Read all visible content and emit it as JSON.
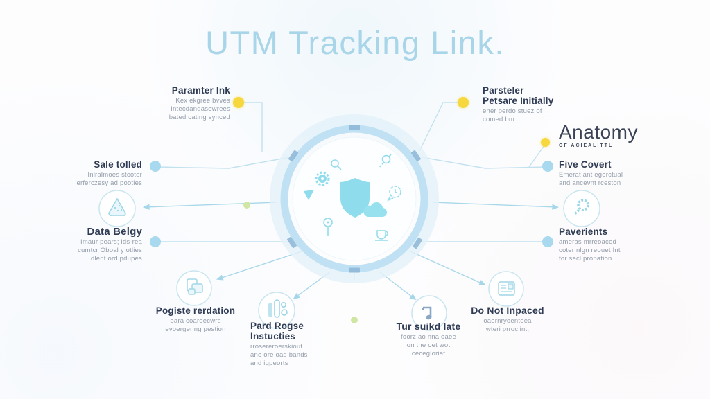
{
  "title": "UTM Tracking Link.",
  "colors": {
    "title_blue": "#a9d5e9",
    "heading_navy": "#2f3b54",
    "body_gray": "#949daa",
    "line_blue": "#c2e1ef",
    "icon_blue": "#8edcec",
    "dot_yellow": "#f6d83e",
    "dot_blue": "#a9d9ee",
    "dot_green": "#cfe7a2"
  },
  "callouts": {
    "parameter_ink": {
      "title": "Paramter Ink",
      "body": [
        "Kex ekgree bvves",
        "Intecdandasowrees",
        "bated cating synced"
      ]
    },
    "parsteler": {
      "title_line1": "Parsteler",
      "title_line2": "Petsare Initially",
      "body": [
        "ener perdo stuez of",
        "comed bm"
      ]
    },
    "anatomy": {
      "title": "Anatomy",
      "subtitle": "OF ACIEALITTL"
    },
    "sale_tolled": {
      "title": "Sale tolled",
      "body": [
        "Inlralmoes stcoter",
        "erferczesy ad pootles"
      ]
    },
    "five_covert": {
      "title": "Five Covert",
      "body": [
        "Emerat ant egorctual",
        "and ancevnt rceston"
      ]
    },
    "data_belgy": {
      "title": "Data Belgy",
      "body": [
        "Imaur pears; ids-rea",
        "cumtcr Oboal y otlies",
        "dlent ord pdupes"
      ]
    },
    "paverients": {
      "title": "Paverients",
      "body": [
        "ameras mrreoaced",
        "coter nlgn reouet Int",
        "for secl propation"
      ]
    },
    "pogiste": {
      "title": "Pogiste rerdation",
      "body": [
        "oara coaroecwrs",
        "evoergerlng pestion"
      ]
    },
    "pard_rogse": {
      "title_line1": "Pard Rogse",
      "title_line2": "Instucties",
      "body": [
        "rrosereroerskiout",
        "ane ore oad bands",
        "and igpeorts"
      ]
    },
    "tur_suikd": {
      "title": "Tur suikd late",
      "body": [
        "foorz ao nna oaee",
        "on the oet wot",
        "cecegloriat"
      ]
    },
    "do_not": {
      "title": "Do Not Inpaced",
      "body": [
        "oaernryoentoea",
        "wteri prroclint,"
      ]
    }
  },
  "icons": {
    "center": [
      "shield-icon",
      "search-icon",
      "gear-icon",
      "play-icon",
      "wrench-search-icon",
      "chat-clock-icon",
      "cloud-icon",
      "pin-icon",
      "coffee-cup-icon"
    ],
    "left_node": "grain-triangle-icon",
    "right_node": "pixel-search-icon",
    "bottom_nodes": [
      "copy-icon",
      "bar-chart-icon",
      "music-note-icon",
      "newspaper-icon"
    ]
  }
}
